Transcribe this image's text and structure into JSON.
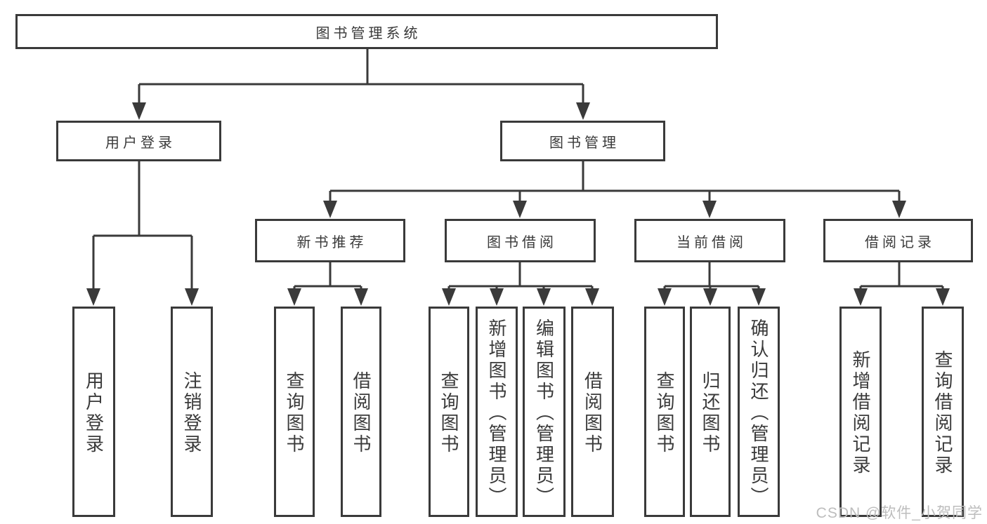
{
  "diagram": {
    "root": {
      "label": "图书管理系统"
    },
    "branches": [
      {
        "label": "用户登录",
        "children": [
          {
            "label": "用户登录"
          },
          {
            "label": "注销登录"
          }
        ]
      },
      {
        "label": "图书管理",
        "children": [
          {
            "label": "新书推荐",
            "children": [
              {
                "label": "查询图书"
              },
              {
                "label": "借阅图书"
              }
            ]
          },
          {
            "label": "图书借阅",
            "children": [
              {
                "label": "查询图书"
              },
              {
                "label": "新增图书（管理员）"
              },
              {
                "label": "编辑图书（管理员）"
              },
              {
                "label": "借阅图书"
              }
            ]
          },
          {
            "label": "当前借阅",
            "children": [
              {
                "label": "查询图书"
              },
              {
                "label": "归还图书"
              },
              {
                "label": "确认归还（管理员）"
              }
            ]
          },
          {
            "label": "借阅记录",
            "children": [
              {
                "label": "新增借阅记录"
              },
              {
                "label": "查询借阅记录"
              }
            ]
          }
        ]
      }
    ],
    "watermark": "CSDN @软件_小贺同学",
    "colors": {
      "line": "#3a3a3a",
      "text": "#3a3a3a",
      "background": "#ffffff",
      "watermark": "#bdbdbd"
    }
  }
}
